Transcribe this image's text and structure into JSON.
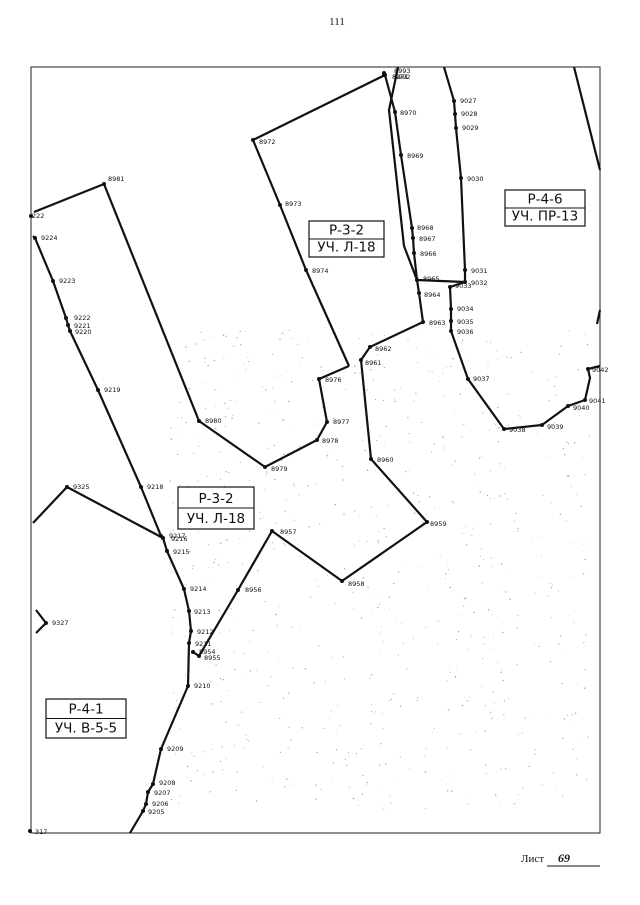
{
  "page_number": "111",
  "sheet": {
    "label": "Лист",
    "number": "69"
  },
  "zones": [
    {
      "line1": "Р-3-2",
      "line2": "УЧ. Л-18"
    },
    {
      "line1": "Р-4-6",
      "line2": "УЧ. ПР-13"
    },
    {
      "line1": "Р-3-2",
      "line2": "УЧ. Л-18"
    },
    {
      "line1": "Р-4-1",
      "line2": "УЧ. В-5-5"
    }
  ],
  "points": [
    "8981",
    "8980",
    "8979",
    "8978",
    "8977",
    "8976",
    "8974",
    "8973",
    "8972",
    "8971",
    "8970",
    "8969",
    "8968",
    "8967",
    "8966",
    "8965",
    "8964",
    "8963",
    "8962",
    "8961",
    "8960",
    "8959",
    "8958",
    "8957",
    "8956",
    "8955",
    "8954",
    "8992",
    "8993",
    "9027",
    "9028",
    "9029",
    "9030",
    "9031",
    "9032",
    "9033",
    "9034",
    "9035",
    "9036",
    "9037",
    "9038",
    "9039",
    "9040",
    "9041",
    "9042",
    "9224",
    "9223",
    "9222",
    "9221",
    "9220",
    "9219",
    "9218",
    "9217",
    "9216",
    "9215",
    "9214",
    "9213",
    "9212",
    "9211",
    "9210",
    "9209",
    "9208",
    "9207",
    "9206",
    "9205",
    "9325",
    "9327",
    "317",
    "222"
  ]
}
